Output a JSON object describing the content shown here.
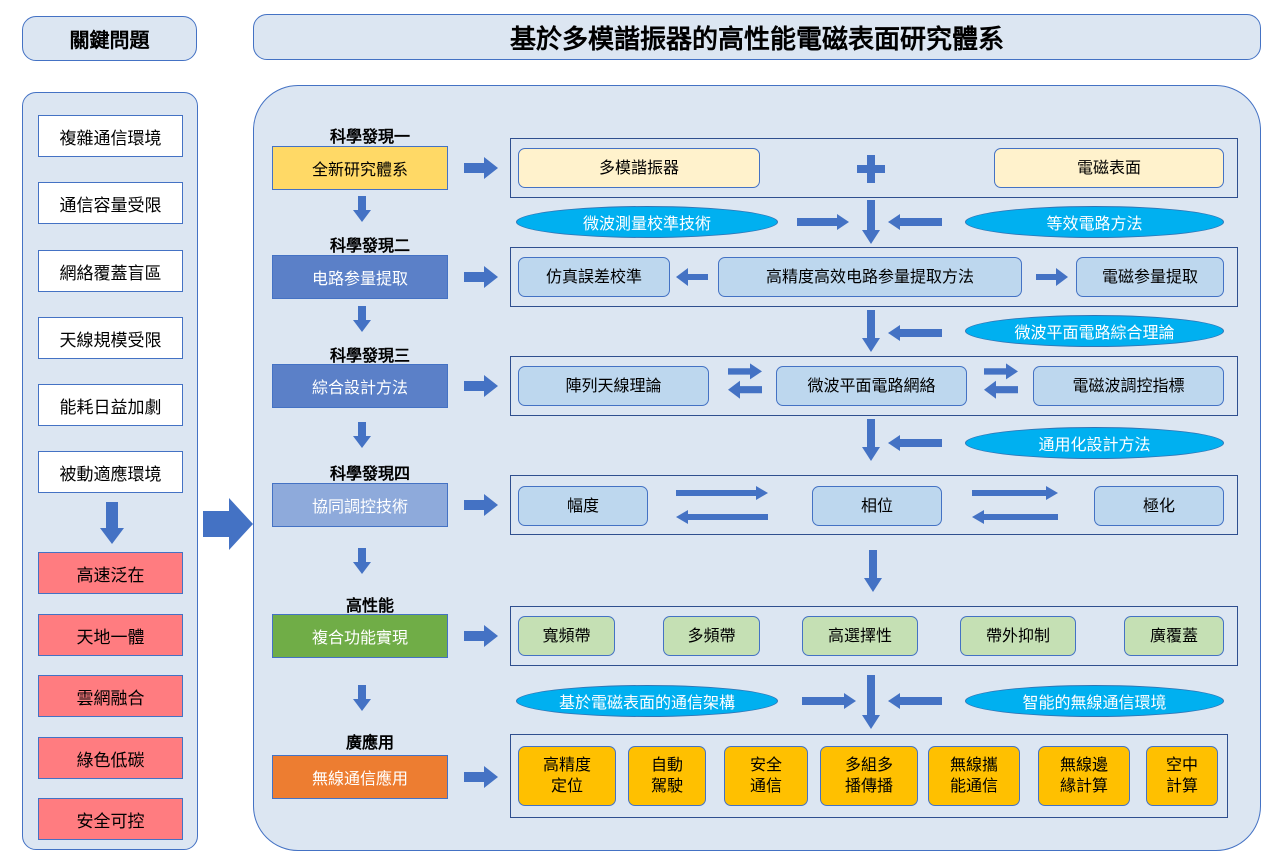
{
  "left": {
    "header": "關鍵問題",
    "problems": [
      "複雜通信環境",
      "通信容量受限",
      "網絡覆蓋盲區",
      "天線規模受限",
      "能耗日益加劇",
      "被動適應環境"
    ],
    "goals": [
      "高速泛在",
      "天地一體",
      "雲網融合",
      "綠色低碳",
      "安全可控"
    ]
  },
  "title": "基於多模諧振器的高性能電磁表面研究體系",
  "rows": [
    {
      "label": "科學發現一",
      "name": "全新研究體系",
      "items": [
        "多模諧振器",
        "電磁表面"
      ],
      "connector": "+"
    },
    {
      "label": "科學發現二",
      "name": "电路参量提取",
      "items": [
        "仿真誤差校準",
        "高精度高效电路参量提取方法",
        "電磁参量提取"
      ]
    },
    {
      "label": "科學發現三",
      "name": "綜合設計方法",
      "items": [
        "陣列天線理論",
        "微波平面電路網絡",
        "電磁波調控指標"
      ]
    },
    {
      "label": "科學發現四",
      "name": "協同調控技術",
      "items": [
        "幅度",
        "相位",
        "極化"
      ]
    },
    {
      "label": "高性能",
      "name": "複合功能實現",
      "items": [
        "寬頻帶",
        "多頻帶",
        "高選擇性",
        "帶外抑制",
        "廣覆蓋"
      ]
    },
    {
      "label": "廣應用",
      "name": "無線通信應用",
      "items": [
        [
          "高精度",
          "定位"
        ],
        [
          "自動",
          "駕駛"
        ],
        [
          "安全",
          "通信"
        ],
        [
          "多組多",
          "播傳播"
        ],
        [
          "無線攜",
          "能通信"
        ],
        [
          "無線邊",
          "緣計算"
        ],
        [
          "空中",
          "計算"
        ]
      ]
    }
  ],
  "inputs": {
    "row1_left": "微波測量校準技術",
    "row1_right": "等效電路方法",
    "row2_right": "微波平面電路綜合理論",
    "row3_right": "通用化設計方法",
    "row5_left": "基於電磁表面的通信架構",
    "row5_right": "智能的無線通信環境"
  },
  "colors": {
    "panel": "#dce6f2",
    "border": "#4472c4",
    "arrow": "#4472c4",
    "red_box": "#ff7c80",
    "row1_box": "#ffd966",
    "row2_box": "#5b80c8",
    "row3_box": "#5b80c8",
    "row4_box": "#8eaadb",
    "row5_box": "#70ad47",
    "row6_box": "#ed7d31",
    "ellipse": "#00b0f0",
    "gold": "#ffc000"
  }
}
